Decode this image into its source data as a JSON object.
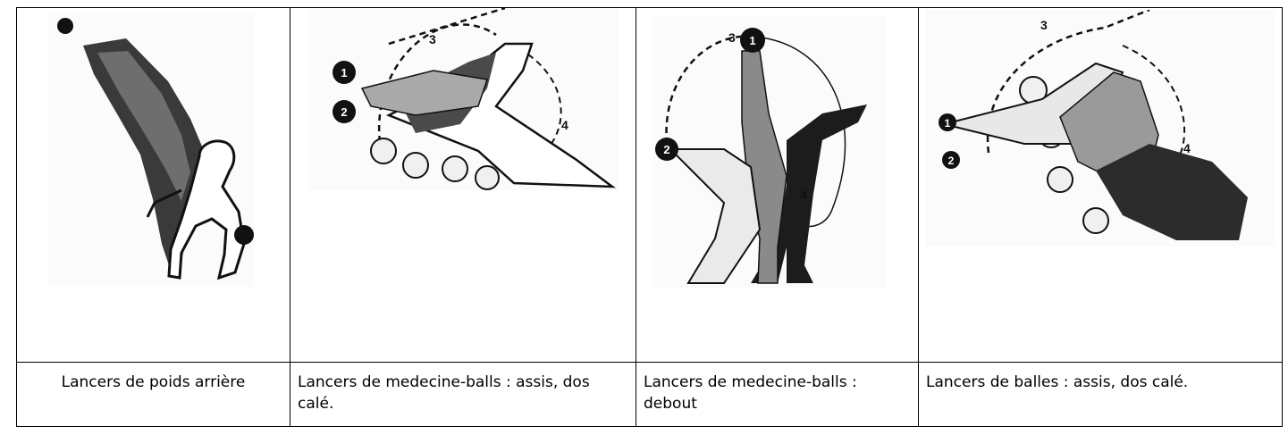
{
  "figures": [
    {
      "icon": "athlete-throwing-weight-backward-drawing",
      "caption": "Lancers de poids arrière"
    },
    {
      "icon": "seated-medicine-ball-throw-drawing",
      "caption": "Lancers de medecine-balls : assis, dos calé.",
      "markers": [
        "1",
        "2",
        "3",
        "4"
      ]
    },
    {
      "icon": "standing-medicine-ball-throw-drawing",
      "caption": "Lancers de medecine-balls : debout",
      "markers": [
        "1",
        "2",
        "3",
        "4"
      ]
    },
    {
      "icon": "seated-ball-throw-drawing",
      "caption": "Lancers de balles : assis, dos calé.",
      "markers": [
        "1",
        "2",
        "3",
        "4"
      ]
    }
  ]
}
